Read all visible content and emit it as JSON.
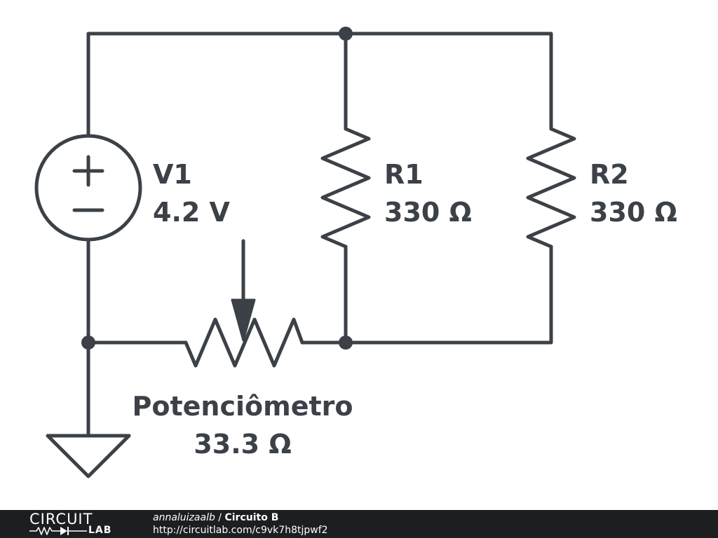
{
  "components": {
    "v1": {
      "name": "V1",
      "value": "4.2 V",
      "plus": "+",
      "minus": "−"
    },
    "r1": {
      "name": "R1",
      "value": "330 Ω"
    },
    "r2": {
      "name": "R2",
      "value": "330 Ω"
    },
    "pot": {
      "name": "Potenciômetro",
      "value": "33.3 Ω"
    }
  },
  "footer": {
    "logo_top": "CIRCUIT",
    "logo_bottom": "LAB",
    "author": "annaluizaalb",
    "separator": " / ",
    "title": "Circuito B",
    "url": "http://circuitlab.com/c9vk7h8tjpwf2"
  },
  "colors": {
    "ink": "#3b4147",
    "footer_bg": "#1c1e20",
    "footer_text": "#ffffff"
  }
}
